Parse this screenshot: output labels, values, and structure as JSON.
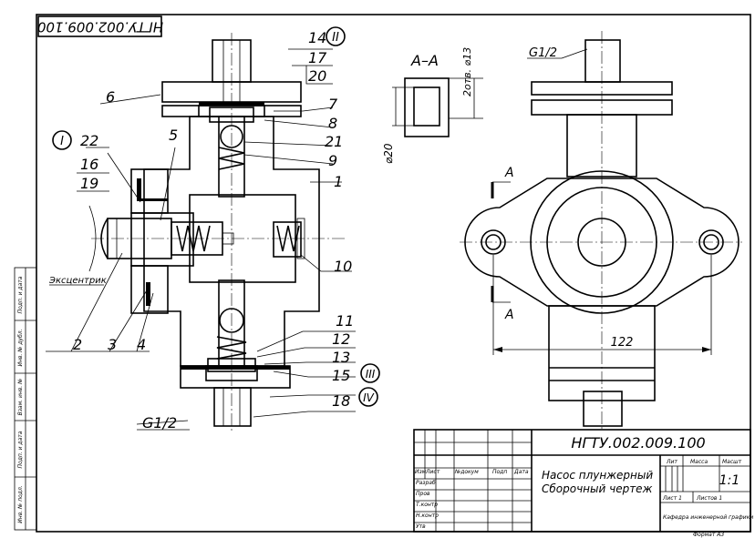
{
  "stamp": {
    "code_main": "НГТУ.002.009.100",
    "code_corner": "НГТУ.002.009.100",
    "title_line1": "Насос плунжерный",
    "title_line2": "Сборочный чертеж",
    "scale": "1:1",
    "sheet": "Лист 1",
    "sheets": "Листов 1",
    "org": "Кафедра инженерной графики",
    "format": "Формат А3",
    "col_izm": "Изм",
    "col_list": "Лист",
    "col_doc": "№докум",
    "col_sign": "Подп",
    "col_date": "Дата",
    "row_razrab": "Разраб",
    "row_prov": "Пров",
    "row_tkontr": "Т.контр",
    "row_nkontr": "Н.контр",
    "row_utv": "Утв",
    "hdr_lit": "Лит",
    "hdr_mass": "Масса",
    "hdr_scale": "Масшт"
  },
  "side_labels": [
    "Подп. и дата",
    "Инв. № дубл.",
    "Взам. инв. №",
    "Подп. и дата",
    "Инв. № подл."
  ],
  "callouts": {
    "n1": "1",
    "n2": "2",
    "n3": "3",
    "n4": "4",
    "n5": "5",
    "n6": "6",
    "n7": "7",
    "n8": "8",
    "n9": "9",
    "n10": "10",
    "n11": "11",
    "n12": "12",
    "n13": "13",
    "n14": "14",
    "n15": "15",
    "n16": "16",
    "n17": "17",
    "n18": "18",
    "n19": "19",
    "n20": "20",
    "n21": "21",
    "n22": "22"
  },
  "views": {
    "roman_I": "I",
    "roman_II": "II",
    "roman_III": "III",
    "roman_IV": "IV",
    "section_title": "А–А",
    "cut_a1": "А",
    "cut_a2": "А",
    "thread_top": "G1/2",
    "thread_bottom": "G1/2",
    "eccentric": "Эксцентрик",
    "dim_122": "122",
    "dim_d20": "⌀20",
    "dim_d13": "2отв. ⌀13"
  }
}
